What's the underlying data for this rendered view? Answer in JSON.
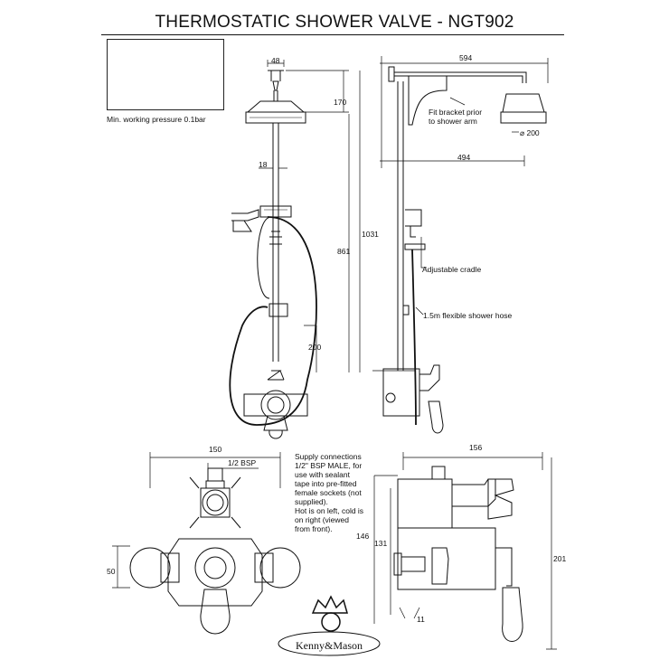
{
  "header": {
    "title": "THERMOSTATIC SHOWER VALVE - NGT902"
  },
  "notes": {
    "pressure": "Min. working pressure 0.1bar"
  },
  "dimensions": {
    "d48": "48",
    "d170": "170",
    "d18": "18",
    "d1031": "1031",
    "d861": "861",
    "d200v": "200",
    "d594": "594",
    "d494": "494",
    "d200dia": "⌀ 200",
    "d150": "150",
    "bsp": "1/2 BSP",
    "d50": "50",
    "d156": "156",
    "d146": "146",
    "d131": "131",
    "d201": "201",
    "d11": "11"
  },
  "callouts": {
    "bracket": "Fit bracket prior\nto shower arm",
    "cradle": "Adjustable cradle",
    "hose": "1.5m flexible shower hose",
    "supply": "Supply connections\n1/2\" BSP MALE, for\nuse with sealant\ntape into pre-fitted\nfemale sockets (not\nsupplied).\nHot is on left, cold is\non right (viewed\nfrom front)."
  },
  "logo": {
    "text": "Kenny&Mason"
  }
}
